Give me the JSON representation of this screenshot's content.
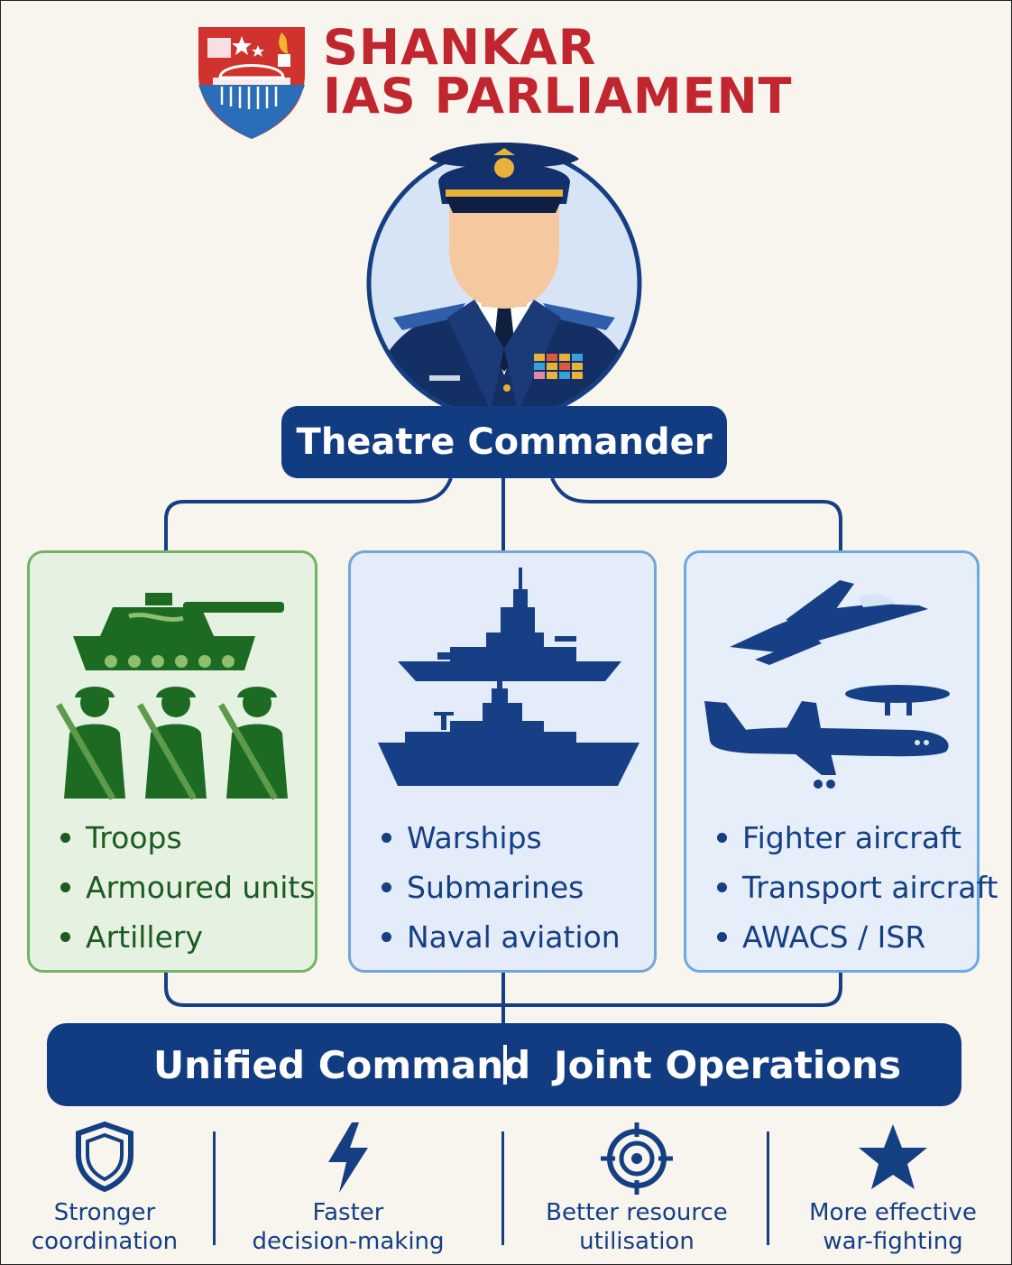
{
  "brand": {
    "line1": "SHANKAR",
    "line2": "IAS PARLIAMENT"
  },
  "commander": {
    "title": "Theatre Commander"
  },
  "forces": [
    {
      "key": "army",
      "items": [
        "Troops",
        "Armoured units",
        "Artillery"
      ]
    },
    {
      "key": "navy",
      "items": [
        "Warships",
        "Submarines",
        "Naval aviation"
      ]
    },
    {
      "key": "air",
      "items": [
        "Fighter aircraft",
        "Transport aircraft",
        "AWACS / ISR"
      ]
    }
  ],
  "unified": {
    "left": "Unified Command",
    "right": "Joint Operations"
  },
  "benefits": [
    {
      "icon": "shield-icon",
      "line1": "Stronger",
      "line2": "coordination"
    },
    {
      "icon": "lightning-icon",
      "line1": "Faster",
      "line2": "decision-making"
    },
    {
      "icon": "target-icon",
      "line1": "Better resource",
      "line2": "utilisation"
    },
    {
      "icon": "star-icon",
      "line1": "More effective",
      "line2": "war-fighting"
    }
  ],
  "colors": {
    "navy": "#123c82",
    "brand_red": "#c1262e",
    "army_green": "#1c5a1f"
  }
}
